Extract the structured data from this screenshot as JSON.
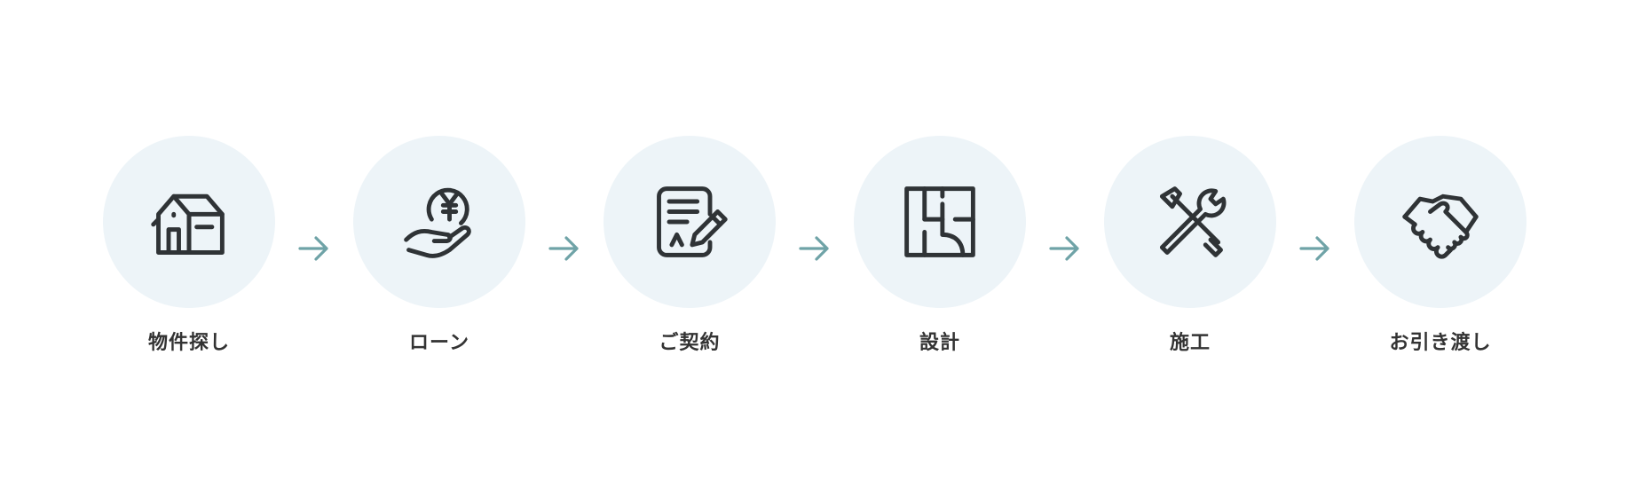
{
  "accent_arrow_color": "#6fa3a7",
  "circle_color": "#edf4f8",
  "steps": [
    {
      "label": "物件探し",
      "icon": "house-icon"
    },
    {
      "label": "ローン",
      "icon": "yen-coin-hand-icon"
    },
    {
      "label": "ご契約",
      "icon": "contract-pen-icon"
    },
    {
      "label": "設計",
      "icon": "floor-plan-icon"
    },
    {
      "label": "施工",
      "icon": "tools-icon"
    },
    {
      "label": "お引き渡し",
      "icon": "handshake-icon"
    }
  ]
}
